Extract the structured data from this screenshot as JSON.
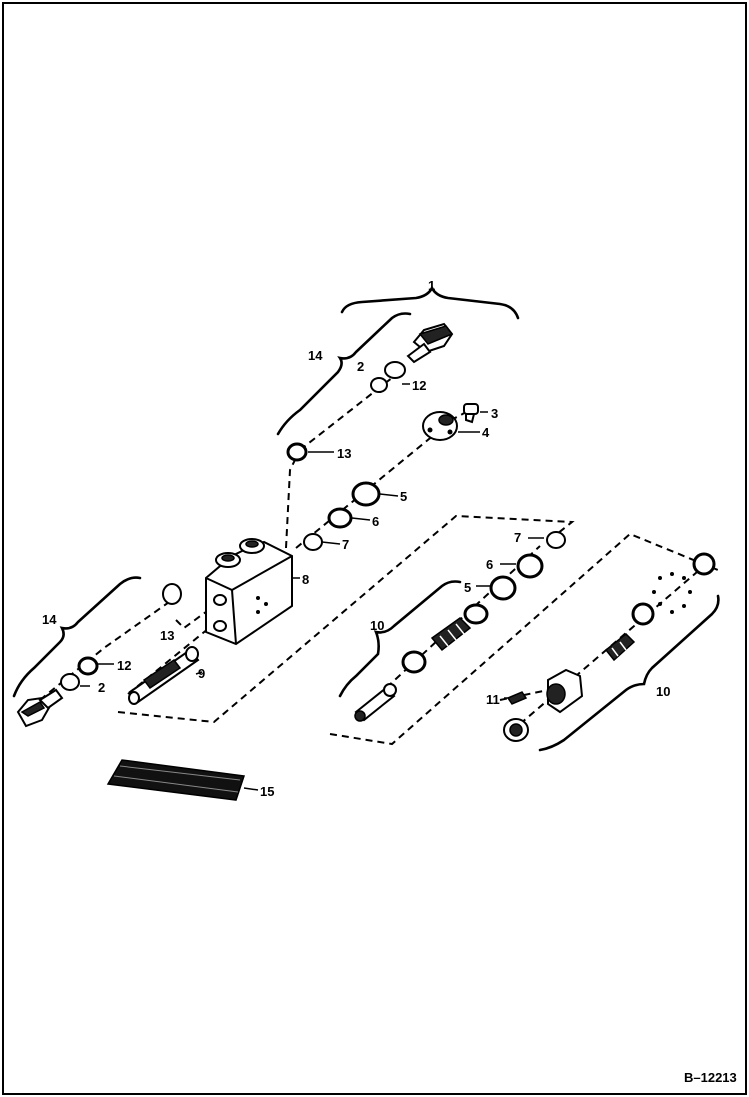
{
  "diagram_id": "B–12213",
  "callouts": [
    {
      "id": "c1",
      "text": "1"
    },
    {
      "id": "c14a",
      "text": "14"
    },
    {
      "id": "c2a",
      "text": "2"
    },
    {
      "id": "c12a",
      "text": "12"
    },
    {
      "id": "c3",
      "text": "3"
    },
    {
      "id": "c4",
      "text": "4"
    },
    {
      "id": "c13a",
      "text": "13"
    },
    {
      "id": "c5a",
      "text": "5"
    },
    {
      "id": "c6a",
      "text": "6"
    },
    {
      "id": "c7a",
      "text": "7"
    },
    {
      "id": "c8",
      "text": "8"
    },
    {
      "id": "c7b",
      "text": "7"
    },
    {
      "id": "c6b",
      "text": "6"
    },
    {
      "id": "c5b",
      "text": "5"
    },
    {
      "id": "c14b",
      "text": "14"
    },
    {
      "id": "c13b",
      "text": "13"
    },
    {
      "id": "c12b",
      "text": "12"
    },
    {
      "id": "c2b",
      "text": "2"
    },
    {
      "id": "c9",
      "text": "9"
    },
    {
      "id": "c10a",
      "text": "10"
    },
    {
      "id": "c10b",
      "text": "10"
    },
    {
      "id": "c11",
      "text": "11"
    },
    {
      "id": "c15",
      "text": "15"
    }
  ]
}
